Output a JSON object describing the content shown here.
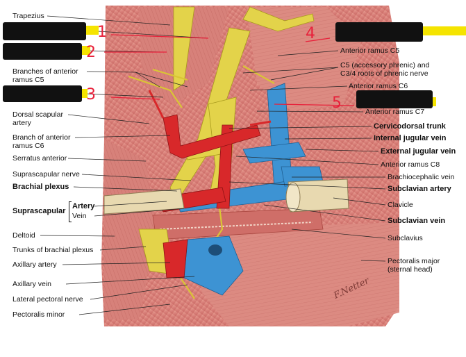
{
  "labels_left": {
    "trapezius": "Trapezius",
    "branches_anterior_rami": "Branches of anterior ramus C5",
    "dorsal_scapular_artery": "Dorsal scapular artery",
    "branch_anterior_ramus_c6": "Branch of anterior ramus C6",
    "serratus_anterior": "Serratus anterior",
    "suprascapular_nerve": "Suprascapular nerve",
    "brachial_plexus": "Brachial plexus",
    "suprascapular": "Suprascapular",
    "artery": "Artery",
    "vein": "Vein",
    "deltoid": "Deltoid",
    "trunks_brachial_plexus": "Trunks of brachial plexus",
    "axillary_artery": "Axillary artery",
    "axillary_vein": "Axillary vein",
    "lateral_pectoral_nerve": "Lateral pectoral nerve",
    "pectoralis_minor": "Pectoralis minor"
  },
  "labels_right": {
    "anterior_ramus_c5": "Anterior ramus C5",
    "c5_accessory_phrenic": "C5 (accessory phrenic) and C3/4 roots of phrenic nerve",
    "anterior_ramus_c6": "Anterior ramus C6",
    "anterior_ramus_c7": "Anterior ramus C7",
    "cervicodorsal_trunk": "Cervicodorsal trunk",
    "internal_jugular_vein": "Internal jugular vein",
    "external_jugular_vein": "External jugular vein",
    "anterior_ramus_c8": "Anterior ramus C8",
    "brachiocephalic_vein": "Brachiocephalic vein",
    "subclavian_artery": "Subclavian artery",
    "clavicle": "Clavicle",
    "subclavian_vein": "Subclavian vein",
    "subclavius": "Subclavius",
    "pectoralis_major": "Pectoralis major (sternal head)"
  },
  "handwritten_numbers": [
    "1",
    "2",
    "3",
    "4",
    "5"
  ],
  "signature": "Netter",
  "colors": {
    "muscle": "#d9807a",
    "nerve": "#e3d34a",
    "artery": "#d8282a",
    "vein": "#3d93d3",
    "bone": "#e8d9b0",
    "highlight": "#f5e400",
    "marker": "#e8203a",
    "redaction": "#111111"
  }
}
